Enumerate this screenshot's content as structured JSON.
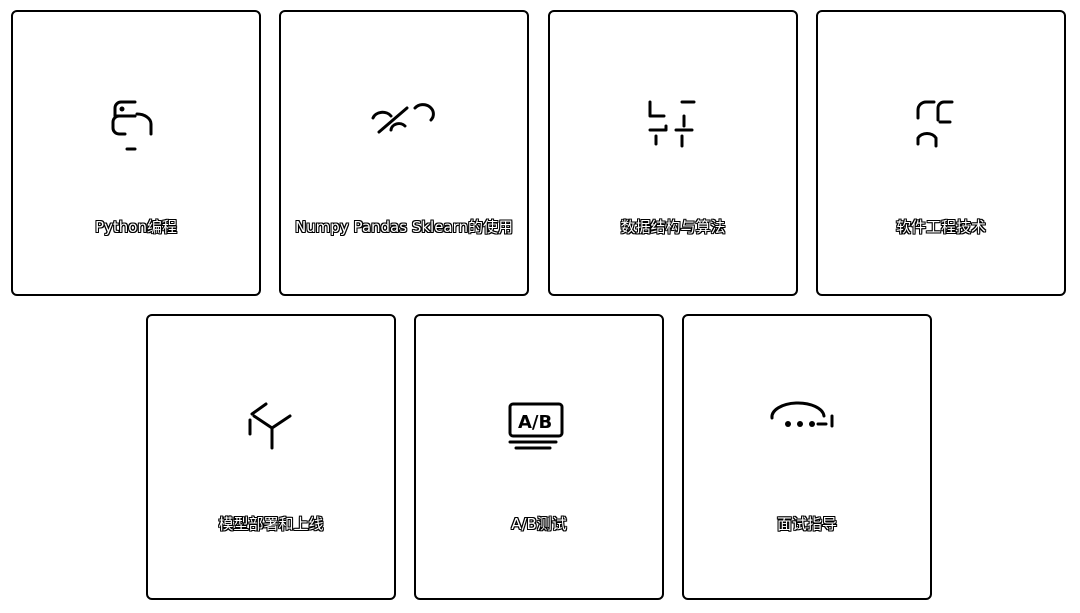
{
  "cards": [
    {
      "label": "Python编程",
      "icon": "python-icon"
    },
    {
      "label": "Numpy Pandas  Sklearn的使用",
      "icon": "library-icon"
    },
    {
      "label": "数据结构与算法",
      "icon": "data-structure-icon"
    },
    {
      "label": "软件工程技术",
      "icon": "software-engineering-icon"
    },
    {
      "label": "模型部署和上线",
      "icon": "cube-icon"
    },
    {
      "label": "A/B测试",
      "icon": "ab-test-icon"
    },
    {
      "label": "面试指导",
      "icon": "chat-icon"
    }
  ]
}
